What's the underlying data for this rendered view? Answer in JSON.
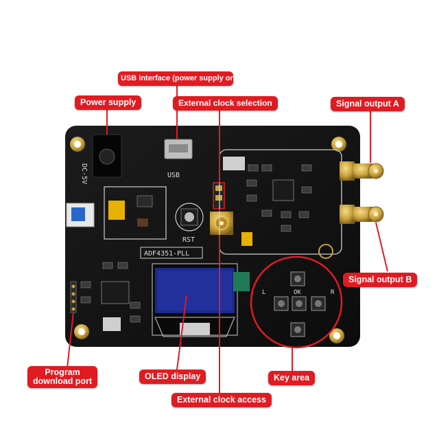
{
  "callouts": {
    "usb_interface": "USB interface (power supply only)",
    "power_supply": "Power supply",
    "external_clock_selection": "External clock selection",
    "signal_output_a": "Signal output A",
    "signal_output_b": "Signal output B",
    "program_download_port_line1": "Program",
    "program_download_port_line2": "download port",
    "oled_display": "OLED display",
    "key_area": "Key area",
    "external_clock_access": "External clock access"
  },
  "silkscreen": {
    "dc_jack": "DC-5V",
    "usb": "USB",
    "rst": "RST",
    "board_name": "ADF4351-PLL",
    "key_ok": "OK",
    "key_left": "L",
    "key_right": "R"
  },
  "colors": {
    "pcb": "#141414",
    "callout": "#e11b22",
    "line": "#e11b22",
    "gold": "#c9a23c",
    "oled": "#1a2a8a"
  }
}
